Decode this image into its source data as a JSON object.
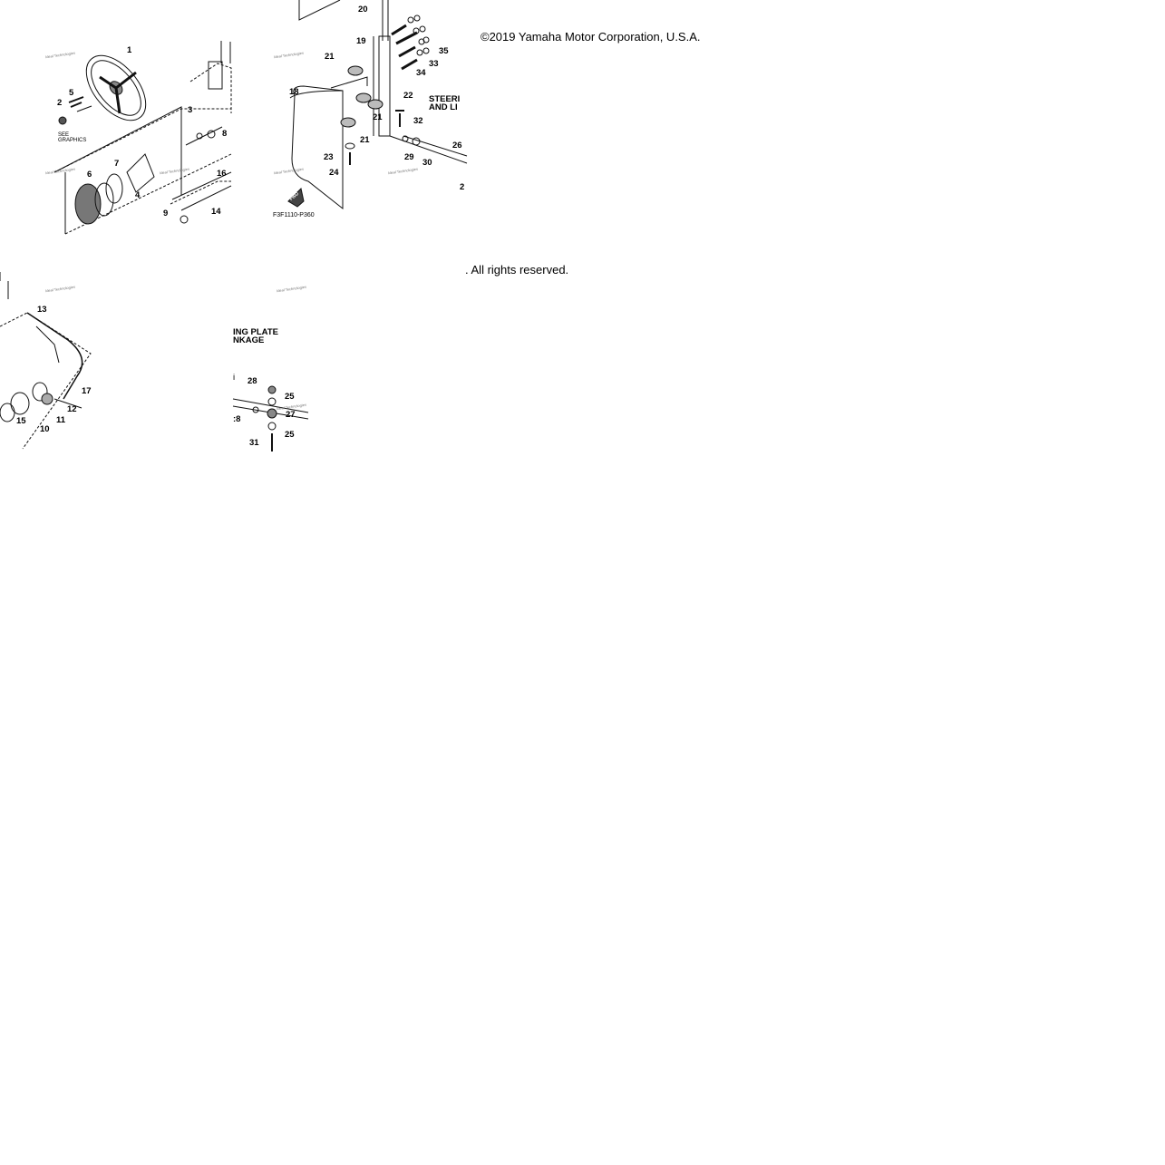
{
  "copyright": "©2019 Yamaha Motor Corporation, U.S.A.",
  "rights": ". All rights reserved.",
  "code": "F3F1110-P360",
  "see_graphics": [
    "SEE",
    "GRAPHICS"
  ],
  "heading_top": [
    "STEERI",
    "AND LI"
  ],
  "heading_bottom": [
    "ING PLATE",
    "NKAGE"
  ],
  "fwd_label": "FWD",
  "watermark": "Ideal Technologies",
  "callouts": {
    "c1": "1",
    "c2": "2",
    "c3": "3",
    "c4": "4",
    "c5": "5",
    "c6": "6",
    "c7": "7",
    "c8": "8",
    "c9": "9",
    "c10": "10",
    "c11": "11",
    "c12": "12",
    "c13": "13",
    "c14": "14",
    "c15": "15",
    "c16": "16",
    "c17": "17",
    "c18": "18",
    "c19": "19",
    "c20": "20",
    "c21a": "21",
    "c21b": "21",
    "c21c": "21",
    "c22": "22",
    "c23": "23",
    "c24": "24",
    "c25a": "25",
    "c25b": "25",
    "c26": "26",
    "c27": "27",
    "c28": "28",
    "c29": "29",
    "c30": "30",
    "c31": "31",
    "c32": "32",
    "c33": "33",
    "c34": "34",
    "c35": "35",
    "c2b": "2",
    "c8b": ":8",
    "ci": "i"
  }
}
